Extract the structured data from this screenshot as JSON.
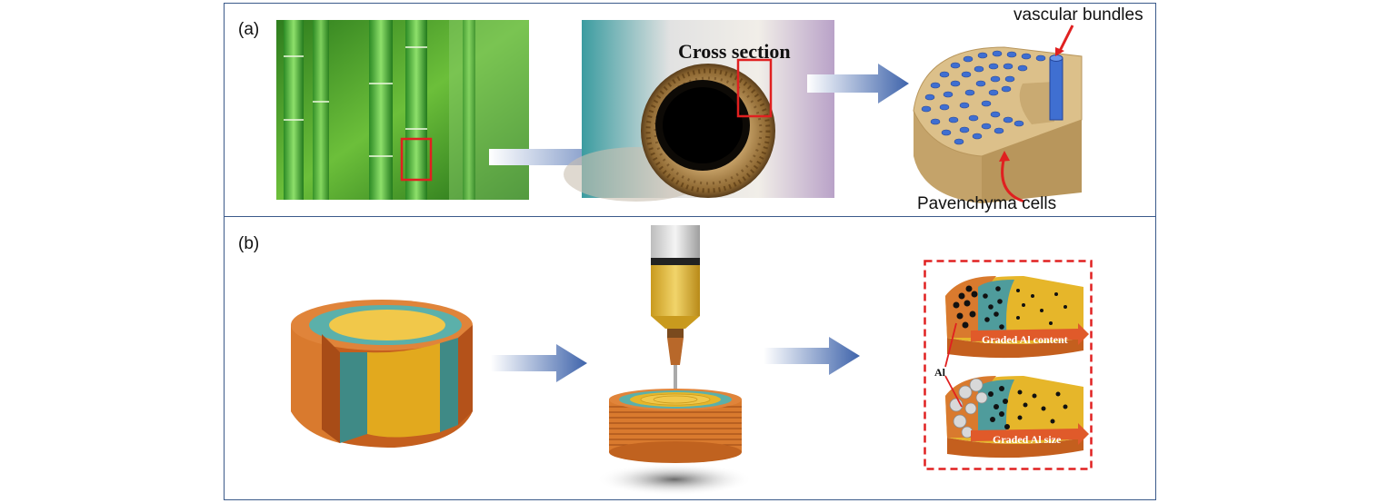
{
  "panel_a": {
    "label": "(a)",
    "cross_section_label": "Cross section",
    "vascular_label": "vascular bundles",
    "parenchyma_label": "Pavenchyma cells"
  },
  "panel_b": {
    "label": "(b)",
    "graded_content_label": "Graded Al content",
    "graded_size_label": "Graded Al size",
    "al_label": "Al"
  },
  "colors": {
    "frame": "#3b5a8a",
    "arrow": "#3f64ab",
    "bundle_blue": "#3f6fd1",
    "tan": "#d9bb85",
    "orange": "#d97a2e",
    "teal": "#4f9c9c",
    "yellow": "#e6b62a",
    "red": "#e02020"
  }
}
